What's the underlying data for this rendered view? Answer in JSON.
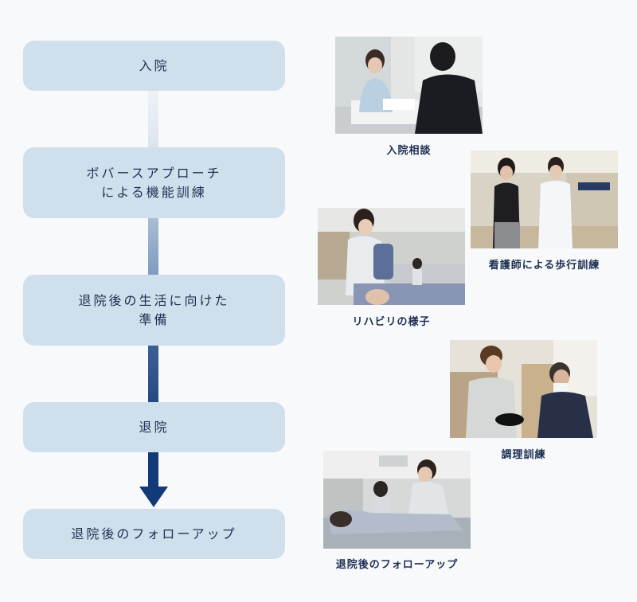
{
  "flow": {
    "steps": [
      {
        "label": "入院"
      },
      {
        "label": "ボバースアプローチ\nによる機能訓練"
      },
      {
        "label": "退院後の生活に向けた\n準備"
      },
      {
        "label": "退院"
      },
      {
        "label": "退院後のフォローアップ"
      }
    ]
  },
  "photos": {
    "admission_consultation": {
      "caption": "入院相談"
    },
    "nurse_walking_training": {
      "caption": "看護師による歩行訓練"
    },
    "rehabilitation": {
      "caption": "リハビリの様子"
    },
    "cooking_training": {
      "caption": "調理訓練"
    },
    "post_discharge_followup": {
      "caption": "退院後のフォローアップ"
    }
  },
  "colors": {
    "box_fill": "#cfe0ec",
    "text": "#1d2f52",
    "arrow_dark": "#123a78",
    "arrow_light": "#e8eef5"
  }
}
